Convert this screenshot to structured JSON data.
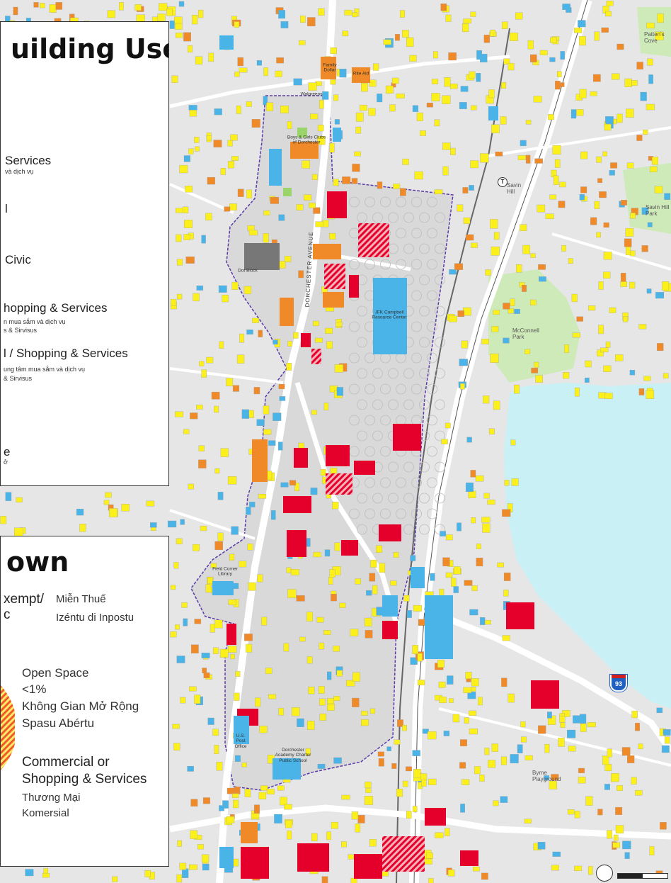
{
  "legend_use": {
    "title": "uilding Use",
    "items": [
      {
        "main": "Services",
        "sub": "và dịch vụ"
      },
      {
        "main": "l",
        "sub": ""
      },
      {
        "main": "Civic",
        "sub": ""
      },
      {
        "main": "hopping & Services",
        "sub": "n mua sắm và dịch vụ",
        "sub2": "s & Sirvisus"
      },
      {
        "main": "l / Shopping & Services",
        "sub": "ung tâm mua sắm và dịch vụ",
        "sub2": "& Sirvisus"
      },
      {
        "main": "e",
        "sub": "ở"
      }
    ]
  },
  "legend_breakdown": {
    "title": "own",
    "exempt": {
      "en": "xempt/",
      "en2": "c",
      "vi": "Miễn Thuế",
      "kea": "Izéntu di Inpostu"
    },
    "open_space": {
      "en": "Open Space",
      "pct": "<1%",
      "vi": "Không Gian Mở Rộng",
      "kea": "Spasu Abértu"
    },
    "commercial": {
      "en": "Commercial or",
      "en2": "Shopping & Services",
      "vi": "Thương Mại",
      "kea": "Komersial"
    }
  },
  "map_labels": {
    "family_dollar": "Family\nDollar",
    "rite_aid": "Rite Aid",
    "walgreens": "Walgreens",
    "boys_girls": "Boys & Girls Clubs\nof Dorchester",
    "dot_block": "Dot Block",
    "dorchester_avenue": "DORCHESTER AVENUE",
    "campbell": "JFK Campbell\nResource Center",
    "savin_hill_t": "Savin\nHill",
    "savin_hill_park": "Savin Hill\nPark",
    "mcconnell_park": "McConnell\nPark",
    "pattens_cove": "Patten's\nCove",
    "byrne_playground": "Byrne\nPlayground",
    "fields_corner": "Field Corner\nLibrary",
    "post_office": "U.S.\nPost\nOffice",
    "academy": "Dorchester\nAcademy Charter\nPublic School",
    "highway": "93",
    "t_icon": "T"
  },
  "colors": {
    "residential": "#fbef1c",
    "commercial": "#e4002b",
    "mixed": "#f08a28",
    "civic": "#4ab4e8",
    "industrial": "#777777",
    "open_space": "#9ad46a",
    "water": "#c9f0f5",
    "park": "#cfeab9",
    "road": "#ffffff",
    "district_bg": "#d9d9d9",
    "boundary": "#5b3aa8"
  }
}
